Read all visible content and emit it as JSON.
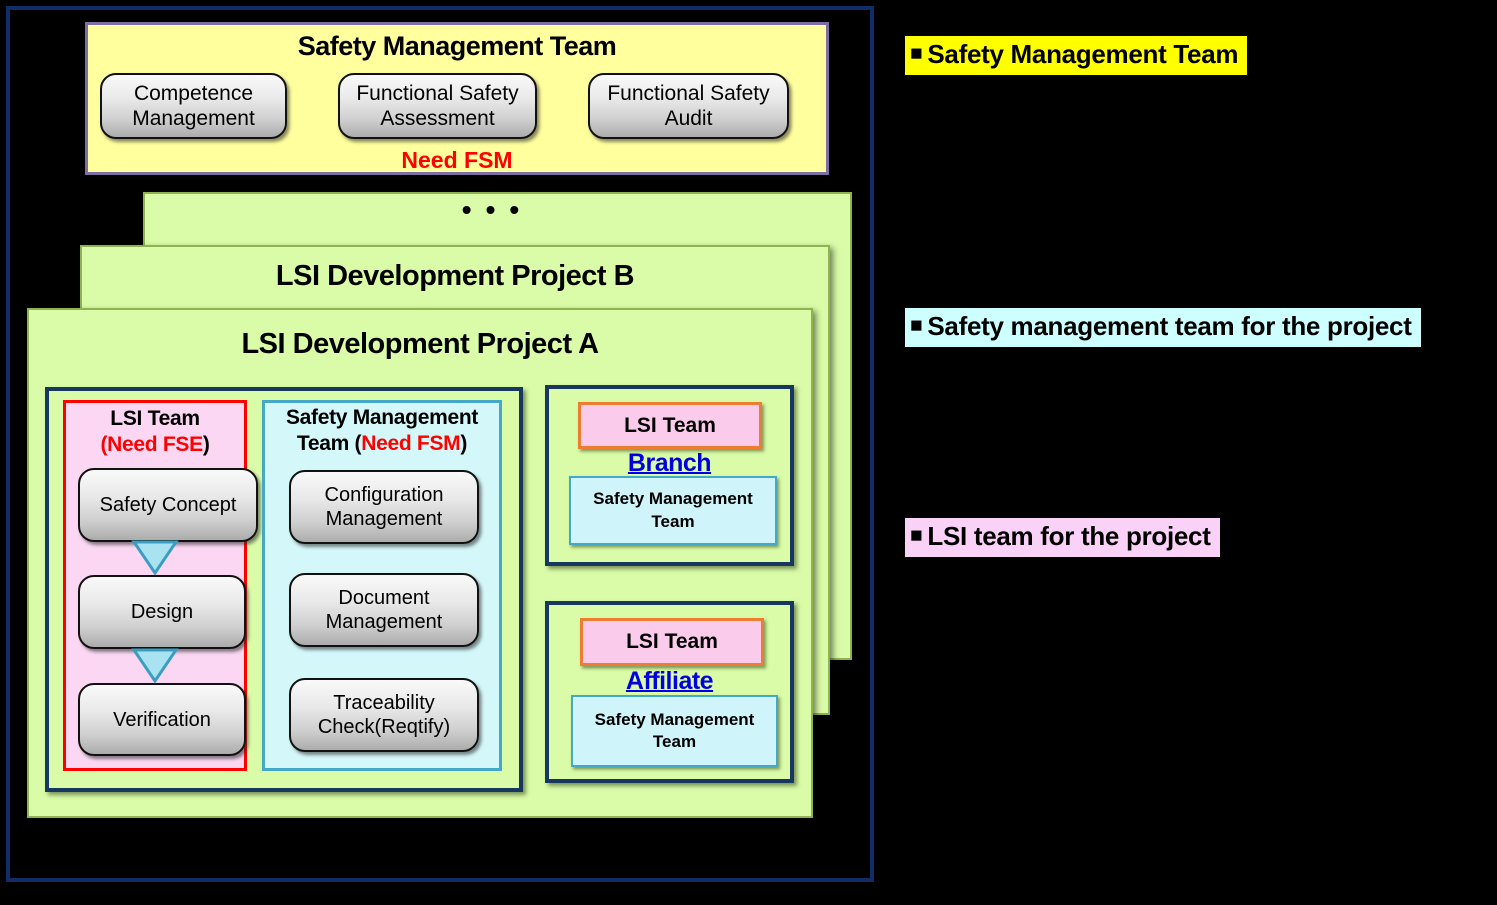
{
  "colors": {
    "frame_navy": "#102D68",
    "container_navy": "#17375E",
    "dept_yellow": "#FFFF9E",
    "dept_border_purple": "#7D6FA4",
    "card_green": "#DAFCA8",
    "card_border_olive": "#8FB350",
    "lsi_pink": "#FBD7F3",
    "lsi_border_red": "#FF0000",
    "smt_cyan": "#D4F8FA",
    "smt_border_blue": "#45A8C8",
    "site_pink": "#FBCBEC",
    "site_pink_border_orange": "#ED7D31",
    "site_label_blue": "#0000E0",
    "note_red": "#FF0000",
    "highlight_yellow": "#FFFF00",
    "highlight_cyan": "#CDFFFF",
    "highlight_pink": "#FAD2F7"
  },
  "diagram": {
    "smt_box": {
      "title": "Safety Management Team",
      "items": [
        "Competence Management",
        "Functional Safety Assessment",
        "Functional Safety Audit"
      ],
      "note": "Need FSM"
    },
    "stack": {
      "dots": "•••",
      "project_b": "LSI Development Project B",
      "project_a": "LSI Development Project A"
    },
    "project_team": {
      "lsi_team": {
        "title": "LSI Team",
        "subtitle_red": "(Need FSE",
        "subtitle_close": ")",
        "steps": [
          "Safety Concept",
          "Design",
          "Verification"
        ]
      },
      "smt": {
        "title_line1": "Safety Management",
        "title_line2_black1": "Team (",
        "title_line2_red": "Need FSM",
        "title_line2_black2": ")",
        "items": [
          "Configuration Management",
          "Document Management",
          "Traceability Check(Reqtify)"
        ]
      }
    },
    "branch": {
      "lsi_team": "LSI Team",
      "label": "Branch",
      "smt": "Safety Management Team"
    },
    "affiliate": {
      "lsi_team": "LSI Team",
      "label": "Affiliate",
      "smt": "Safety Management Team"
    }
  },
  "legend": {
    "bullet": "■",
    "items": [
      {
        "label": "Safety Management Team",
        "highlight": "#FFFF00"
      },
      {
        "label": "Safety management team for the project",
        "highlight": "#CDFFFF"
      },
      {
        "label": "LSI team for the project",
        "highlight": "#FAD2F7"
      }
    ]
  }
}
